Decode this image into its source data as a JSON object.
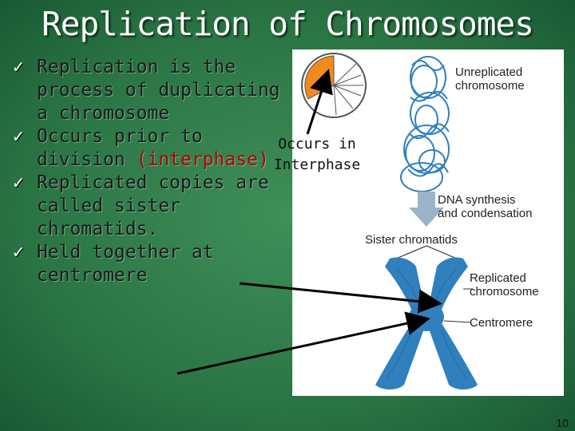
{
  "slide": {
    "title": "Replication of Chromosomes",
    "page_number": "10",
    "colors": {
      "background": "#1f6b3e",
      "highlight": "#b00000",
      "title": "#ffffff"
    }
  },
  "bullets": [
    {
      "text": "Replication is the process of duplicating a chromosome"
    },
    {
      "text_before": "Occurs prior to division ",
      "highlight": "(interphase)"
    },
    {
      "text": "Replicated copies are called sister chromatids."
    },
    {
      "text": "Held together at centromere"
    }
  ],
  "callout": {
    "line1": "Occurs in",
    "line2": "Interphase"
  },
  "figure": {
    "unreplicated_label": [
      "Unreplicated",
      "chromosome"
    ],
    "process_label": [
      "DNA synthesis",
      "and condensation"
    ],
    "sister_label": "Sister chromatids",
    "replicated_label": [
      "Replicated",
      "chromosome"
    ],
    "centromere_label": "Centromere"
  }
}
